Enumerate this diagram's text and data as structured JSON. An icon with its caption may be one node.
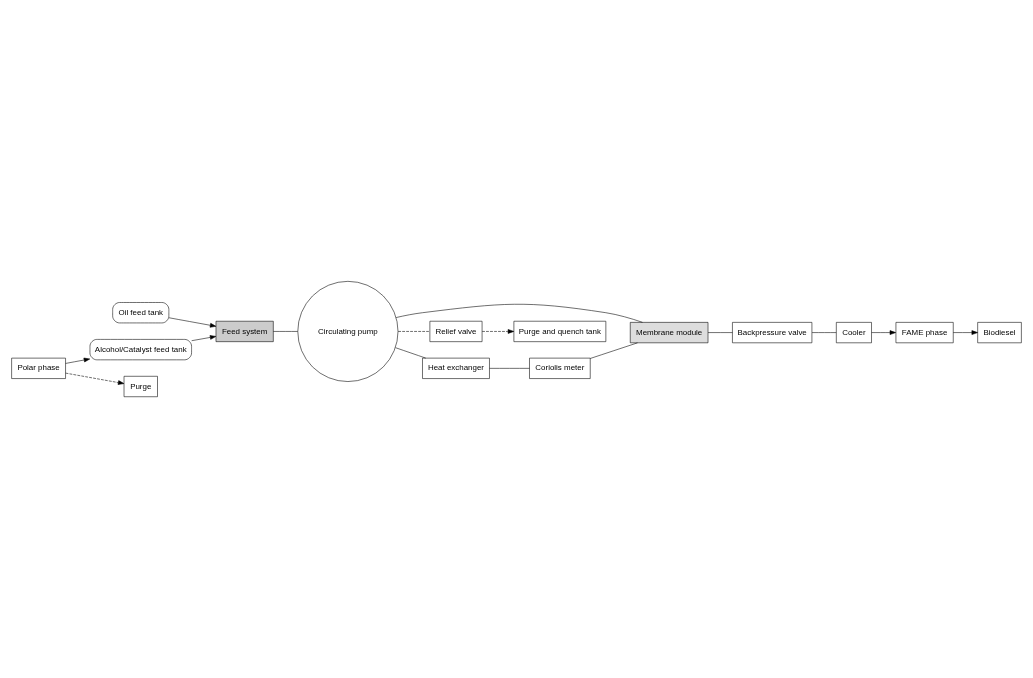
{
  "diagram": {
    "nodes": [
      {
        "text": [
          "Relief valve"
        ]
      },
      {
        "text": [
          "Heat exchanger"
        ]
      },
      {
        "text": [
          "Purge and quench tank"
        ]
      },
      {
        "text": [
          "Coriolis meter"
        ]
      },
      {
        "text": [
          "Membrane module"
        ]
      },
      {
        "text": [
          "Biodiesel"
        ]
      },
      {
        "text": [
          "Circulating pump"
        ]
      },
      {
        "text": [
          "Backpressure valve"
        ]
      },
      {
        "text": [
          "FAME phase"
        ]
      },
      {
        "text": [
          "Polar phase"
        ]
      },
      {
        "text": [
          "Feed system"
        ]
      },
      {
        "text": [
          "Cooler"
        ]
      },
      {
        "text": [
          "Oil feed tank"
        ]
      },
      {
        "text": [
          "Alcohol/Catalyst feed tank"
        ]
      },
      {
        "text": [
          "Purge"
        ]
      }
    ],
    "edges": [
      {
        "from": 12,
        "to": 10,
        "arrow": "to"
      },
      {
        "from": 13,
        "to": 10,
        "arrow": "to"
      },
      {
        "from": 10,
        "to": 6,
        "arrow": "none"
      },
      {
        "from": 6,
        "to": 1,
        "arrow": "none"
      },
      {
        "from": 6,
        "to": 0,
        "arrow": "none",
        "style": "dashed"
      },
      {
        "from": 0,
        "to": 2,
        "arrow": "to",
        "style": "dashed"
      },
      {
        "from": 1,
        "to": 3,
        "arrow": "none"
      },
      {
        "from": 3,
        "to": 4,
        "arrow": "none"
      },
      {
        "from": 4,
        "to": 6,
        "arrow": "none"
      },
      {
        "from": 4,
        "to": 7,
        "arrow": "none"
      },
      {
        "from": 7,
        "to": 11,
        "arrow": "none"
      },
      {
        "from": 11,
        "to": 8,
        "arrow": "to"
      },
      {
        "from": 8,
        "to": 5,
        "arrow": "to"
      },
      {
        "from": 9,
        "to": 13,
        "arrow": "to"
      },
      {
        "from": 9,
        "to": 14,
        "arrow": "to",
        "style": "dashed"
      }
    ]
  }
}
